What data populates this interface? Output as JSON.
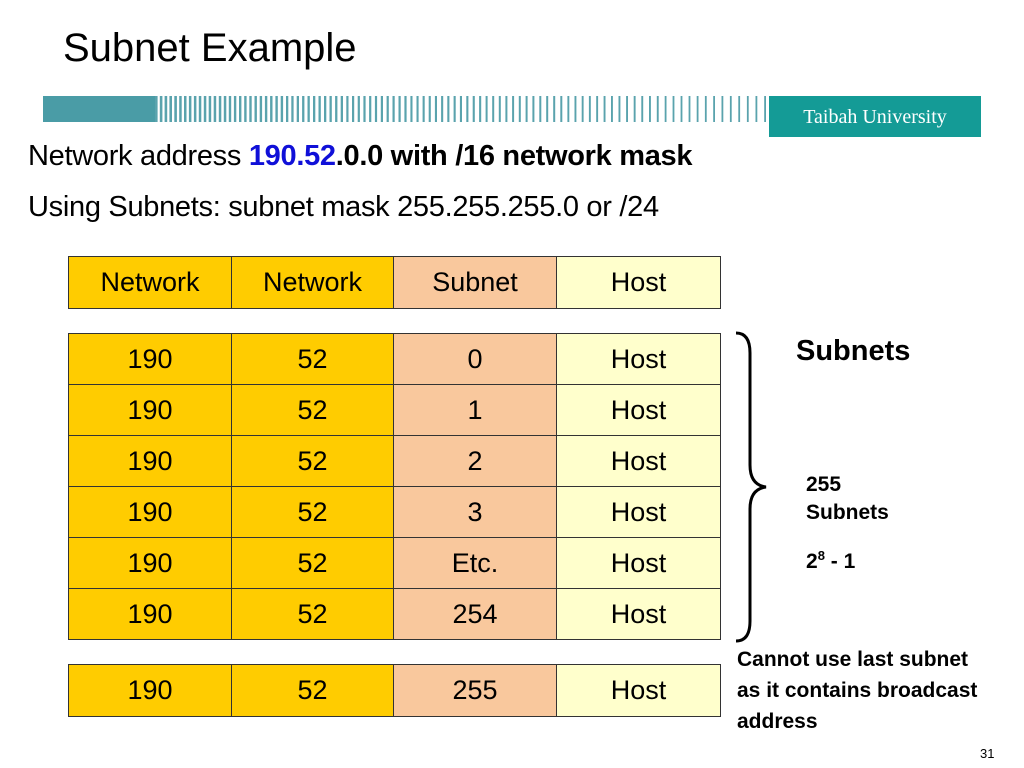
{
  "slide": {
    "title": "Subnet Example",
    "brand": "Taibah University",
    "page_number": "31"
  },
  "intro": {
    "line1_prefix": "Network address ",
    "line1_blue": "190.52",
    "line1_dot": ".",
    "line1_bold": "0.0 with /16 network mask",
    "line2": "Using Subnets: subnet mask 255.255.255.0 or /24"
  },
  "header_row": [
    "Network",
    "Network",
    "Subnet",
    "Host"
  ],
  "rows": [
    [
      "190",
      "52",
      "0",
      "Host"
    ],
    [
      "190",
      "52",
      "1",
      "Host"
    ],
    [
      "190",
      "52",
      "2",
      "Host"
    ],
    [
      "190",
      "52",
      "3",
      "Host"
    ],
    [
      "190",
      "52",
      "Etc.",
      "Host"
    ],
    [
      "190",
      "52",
      "254",
      "Host"
    ]
  ],
  "last_row": [
    "190",
    "52",
    "255",
    "Host"
  ],
  "annotations": {
    "subnets": "Subnets",
    "count": "255 Subnets",
    "formula_base": "2",
    "formula_exp": "8",
    "formula_rest": " - 1",
    "note": "Cannot use last subnet as it contains broadcast address"
  },
  "colors": {
    "network_cell": "#ffcc00",
    "subnet_cell": "#f9c89d",
    "host_cell": "#ffffcc",
    "brand_bg": "#149b96",
    "highlight_blue": "#1010d8"
  }
}
